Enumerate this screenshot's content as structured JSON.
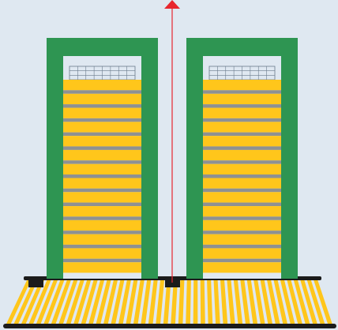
{
  "colors": {
    "background": "#dfe8f1",
    "frame": "#2e9552",
    "shelf": "#ffc61b",
    "shelf_gap": "#8e9192",
    "arrow": "#e8262e",
    "floor_line": "#1b1b1b",
    "floor_stripe": "#ffc61b",
    "grid_fill": "#dfe8f1",
    "grid_line": "#6b7b8c"
  },
  "racks": [
    {
      "id": "left",
      "shelf_count": 14,
      "grid_cols": 8,
      "grid_rows": 3
    },
    {
      "id": "right",
      "shelf_count": 14,
      "grid_cols": 8,
      "grid_rows": 3
    }
  ],
  "arrow": {
    "direction": "up",
    "icon": "arrow-up-icon"
  },
  "floor": {
    "stripe_count": 44
  },
  "feet": {
    "count": 2
  }
}
